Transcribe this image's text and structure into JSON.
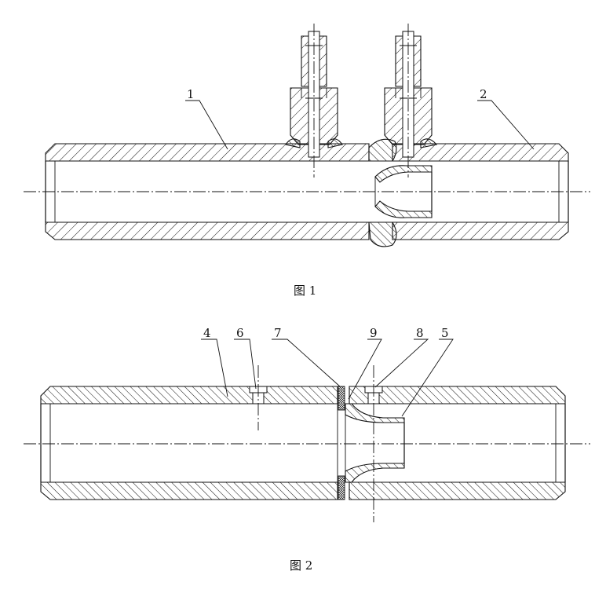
{
  "figure1": {
    "caption": "图 1",
    "labels": [
      "1",
      "2"
    ]
  },
  "figure2": {
    "caption": "图 2",
    "labels": [
      "4",
      "6",
      "7",
      "9",
      "8",
      "5"
    ]
  }
}
